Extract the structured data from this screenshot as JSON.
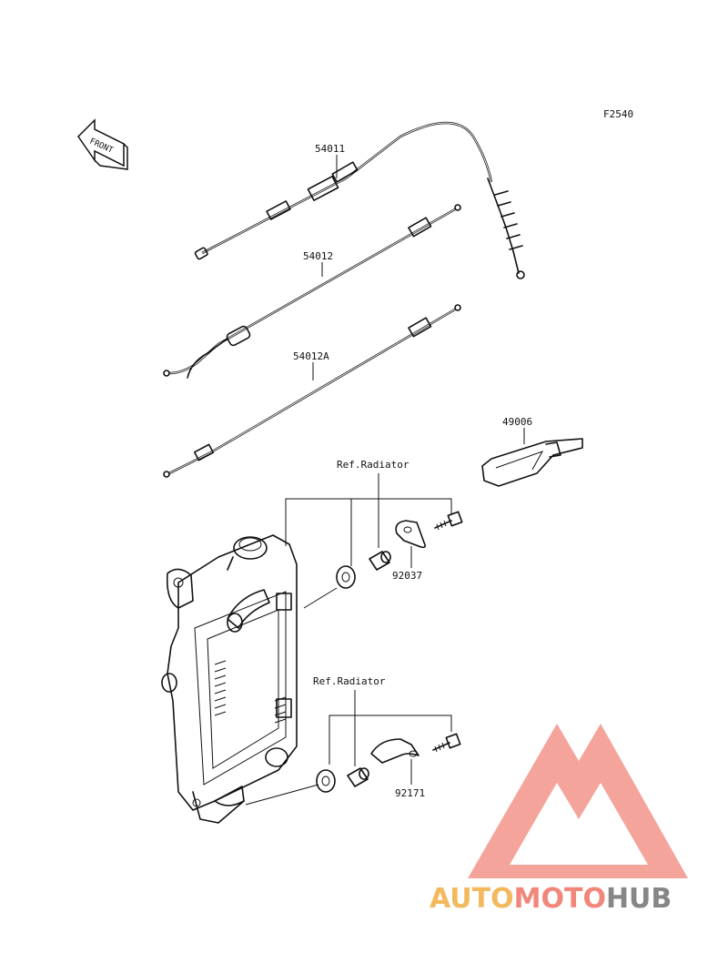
{
  "diagram_code": "F2540",
  "front_label": "FRONT",
  "parts": {
    "clutch_cable": "54011",
    "throttle_cable_open": "54012",
    "throttle_cable_close": "54012A",
    "cable_guide": "49006",
    "radiator_ref_top": "Ref.Radiator",
    "radiator_ref_bottom": "Ref.Radiator",
    "clamp_top": "92037",
    "clamp_bottom": "92171"
  },
  "watermark": {
    "word_auto": "AUTO",
    "word_moto": "MOTO",
    "word_hub": "HUB",
    "colors": {
      "auto": "#f2b24e",
      "moto": "#f07a6c",
      "hub": "#7a7a7a",
      "triangle": "#f07a6c"
    }
  }
}
